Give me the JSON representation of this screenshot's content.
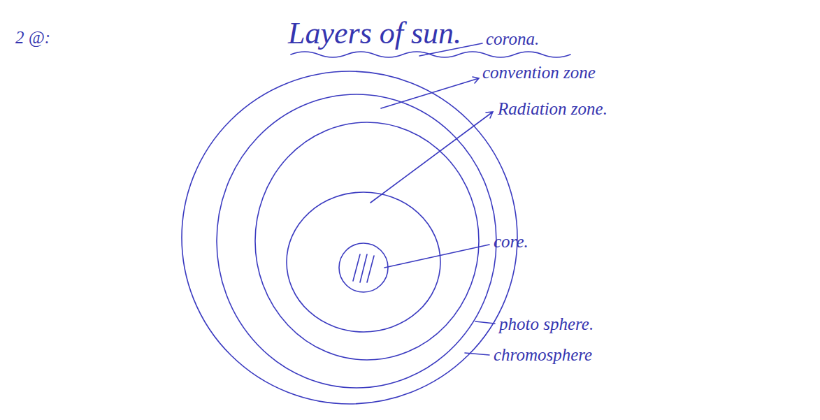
{
  "diagram": {
    "title": "Layers of sun.",
    "labels": [
      "2 @:",
      "corona.",
      "convention zone",
      "Radiation zone.",
      "core.",
      "photo sphere.",
      "chromosphere"
    ]
  }
}
